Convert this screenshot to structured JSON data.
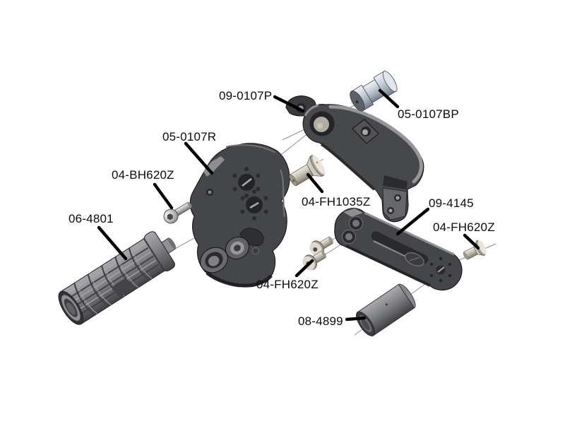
{
  "diagram_title": "exploded-parts-diagram",
  "background": "#ffffff",
  "labels": [
    {
      "id": "upper-bracket",
      "text": "09-0107P"
    },
    {
      "id": "pivot-barrel-spacer",
      "text": "05-0107BP"
    },
    {
      "id": "main-bracket",
      "text": "05-0107R"
    },
    {
      "id": "button-head-screw",
      "text": "04-BH620Z"
    },
    {
      "id": "footpeg",
      "text": "06-4801"
    },
    {
      "id": "flat-head-screw-large",
      "text": "04-FH1035Z"
    },
    {
      "id": "link-arm",
      "text": "09-4145"
    },
    {
      "id": "flat-head-screw-right",
      "text": "04-FH620Z"
    },
    {
      "id": "flat-head-screws-middle",
      "text": "04-FH620Z"
    },
    {
      "id": "spacer-tube",
      "text": "08-4899"
    }
  ],
  "colors": {
    "part_dark": "#47484a",
    "part_edge_light": "#95969a",
    "metal_silver": "#c6c6c6",
    "metal_beige": "#cfcabf",
    "metal_blue_silver": "#cdd4df",
    "leader_line": "#000000",
    "axis_line": "#8f8f8f"
  }
}
